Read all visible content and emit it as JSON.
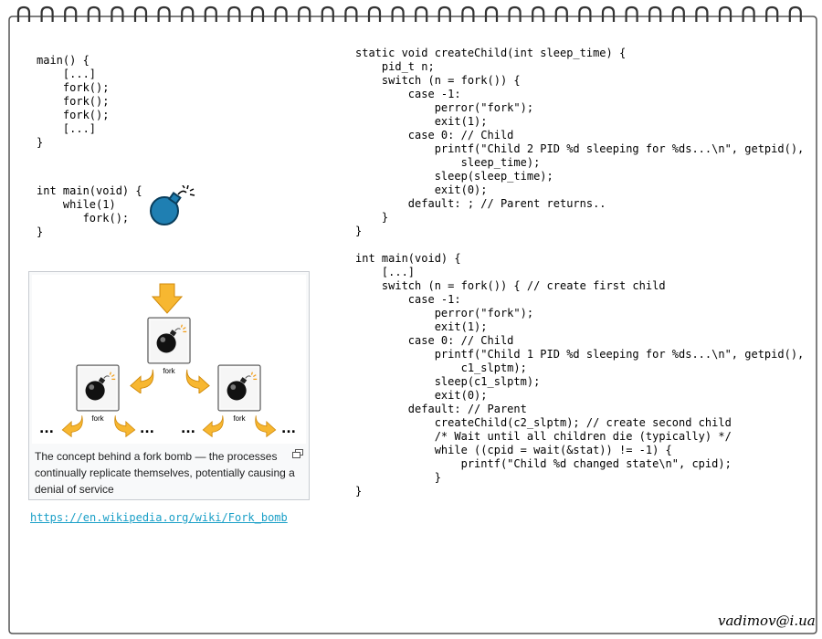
{
  "code_fork_calls": "main() {\n    [...]\n    fork();\n    fork();\n    fork();\n    [...]\n}",
  "code_while": "int main(void) {\n    while(1)\n       fork();\n}",
  "code_right": "static void createChild(int sleep_time) {\n    pid_t n;\n    switch (n = fork()) {\n        case -1:\n            perror(\"fork\");\n            exit(1);\n        case 0: // Child\n            printf(\"Child 2 PID %d sleeping for %ds...\\n\", getpid(),\n                sleep_time);\n            sleep(sleep_time);\n            exit(0);\n        default: ; // Parent returns..\n    }\n}\n\nint main(void) {\n    [...]\n    switch (n = fork()) { // create first child\n        case -1:\n            perror(\"fork\");\n            exit(1);\n        case 0: // Child\n            printf(\"Child 1 PID %d sleeping for %ds...\\n\", getpid(),\n                c1_slptm);\n            sleep(c1_slptm);\n            exit(0);\n        default: // Parent\n            createChild(c2_slptm); // create second child\n            /* Wait until all children die (typically) */\n            while ((cpid = wait(&stat)) != -1) {\n                printf(\"Child %d changed state\\n\", cpid);\n            }\n}",
  "figure": {
    "fork_labels": [
      "fork",
      "fork",
      "fork"
    ],
    "ellipsis": "...",
    "caption": "The concept behind a fork bomb — the processes continually replicate themselves, potentially causing a denial of service"
  },
  "link_text": "https://en.wikipedia.org/wiki/Fork_bomb",
  "signature": "vadimov@i.ua",
  "colors": {
    "bomb": "#1f7fb2",
    "arrow": "#f7b731",
    "link": "#1a9fc7"
  }
}
